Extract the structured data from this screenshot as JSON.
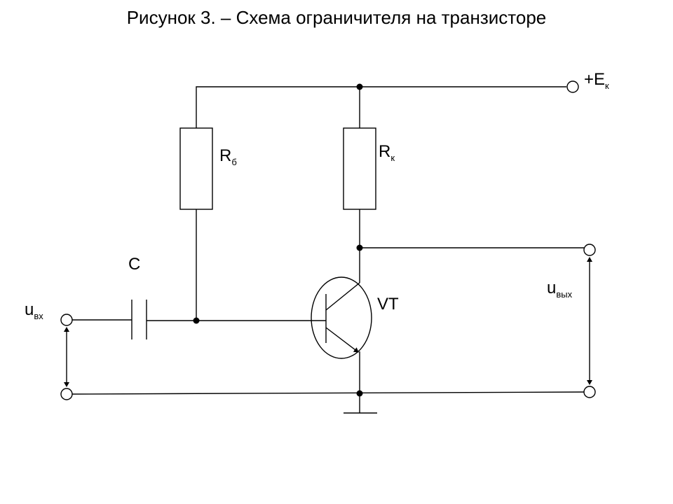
{
  "title": "Рисунок 3.   – Схема ограничителя на транзисторе",
  "labels": {
    "supply": {
      "main": "+E",
      "sub": "к"
    },
    "r_base": {
      "main": "R",
      "sub": "б"
    },
    "r_collector": {
      "main": "R",
      "sub": "к"
    },
    "capacitor": {
      "main": "C"
    },
    "transistor": {
      "main": "VT"
    },
    "u_in": {
      "main": "u",
      "sub": "вх"
    },
    "u_out": {
      "main": "u",
      "sub": "вых"
    }
  }
}
